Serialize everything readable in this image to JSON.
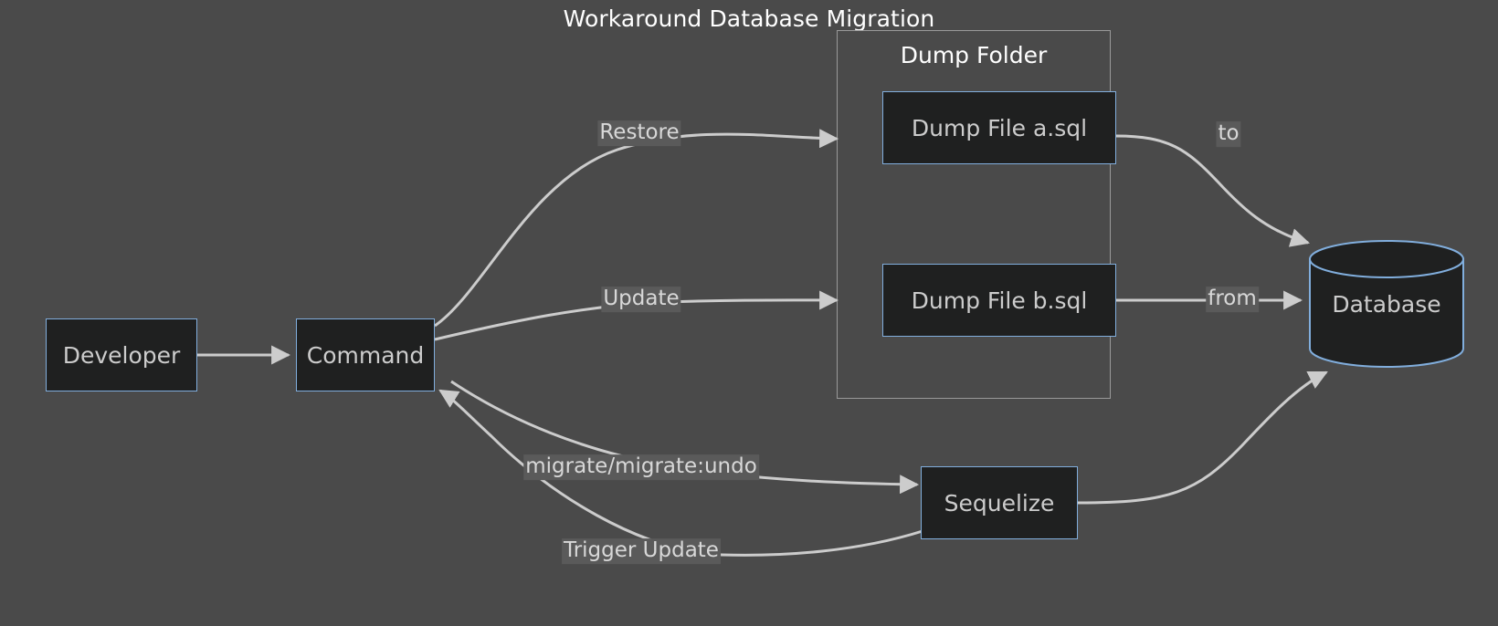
{
  "diagram": {
    "title": "Workaround Database Migration",
    "type": "flowchart",
    "theme": {
      "background": "#4a4a4a",
      "node_fill": "#1f2020",
      "node_stroke": "#81aedd",
      "node_text": "#cccccc",
      "edge_stroke": "#cccccc",
      "title_text": "#ffffff",
      "label_chip_bg": "#5a5a5a",
      "subgraph_stroke": "#9a9a9a"
    }
  },
  "subgraphs": [
    {
      "id": "dump-folder",
      "title": "Dump Folder"
    }
  ],
  "nodes": [
    {
      "id": "developer",
      "label": "Developer",
      "shape": "rect"
    },
    {
      "id": "command",
      "label": "Command",
      "shape": "rect"
    },
    {
      "id": "dump-a",
      "label": "Dump File a.sql",
      "shape": "rect"
    },
    {
      "id": "dump-b",
      "label": "Dump File b.sql",
      "shape": "rect"
    },
    {
      "id": "sequelize",
      "label": "Sequelize",
      "shape": "rect"
    },
    {
      "id": "database",
      "label": "Database",
      "shape": "cylinder"
    }
  ],
  "edges": [
    {
      "id": "e1",
      "from": "developer",
      "to": "command",
      "label": ""
    },
    {
      "id": "e2",
      "from": "command",
      "to": "dump-a",
      "label": "Restore"
    },
    {
      "id": "e3",
      "from": "command",
      "to": "dump-b",
      "label": "Update"
    },
    {
      "id": "e4",
      "from": "dump-a",
      "to": "database",
      "label": "to"
    },
    {
      "id": "e5",
      "from": "dump-b",
      "to": "database",
      "label": "from"
    },
    {
      "id": "e6",
      "from": "command",
      "to": "sequelize",
      "label": "migrate/migrate:undo"
    },
    {
      "id": "e7",
      "from": "sequelize",
      "to": "command",
      "label": "Trigger Update"
    },
    {
      "id": "e8",
      "from": "sequelize",
      "to": "database",
      "label": ""
    }
  ]
}
